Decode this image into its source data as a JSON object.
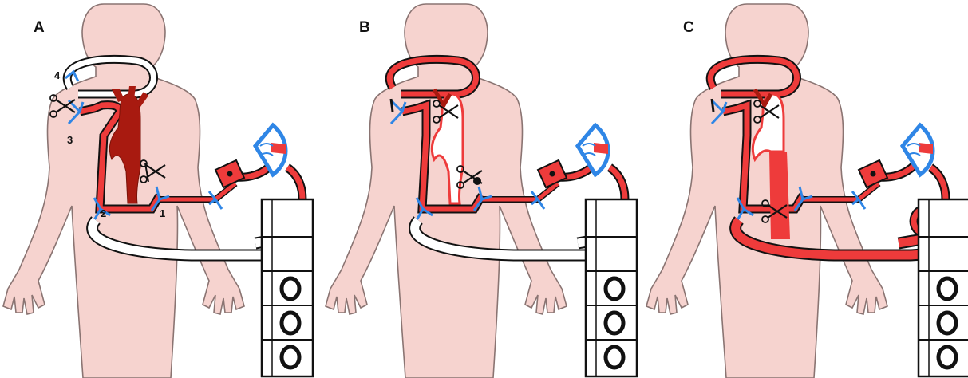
{
  "panels": [
    {
      "letter": "A"
    },
    {
      "letter": "B"
    },
    {
      "letter": "C"
    }
  ],
  "panel_a_labels": [
    "1",
    "2",
    "3",
    "4"
  ],
  "colors": {
    "skin": "#f6d3cf",
    "skin_outline": "#8a7472",
    "artery_red": "#ee3b3b",
    "aorta_dark": "#a81a10",
    "vein_blue": "#2f86e6",
    "tube_white": "#ffffff",
    "outline": "#111111"
  },
  "icons": [
    "scissors-icon",
    "clamp-icon",
    "oxygenator-icon",
    "pump-icon",
    "roller-pump-icon"
  ]
}
